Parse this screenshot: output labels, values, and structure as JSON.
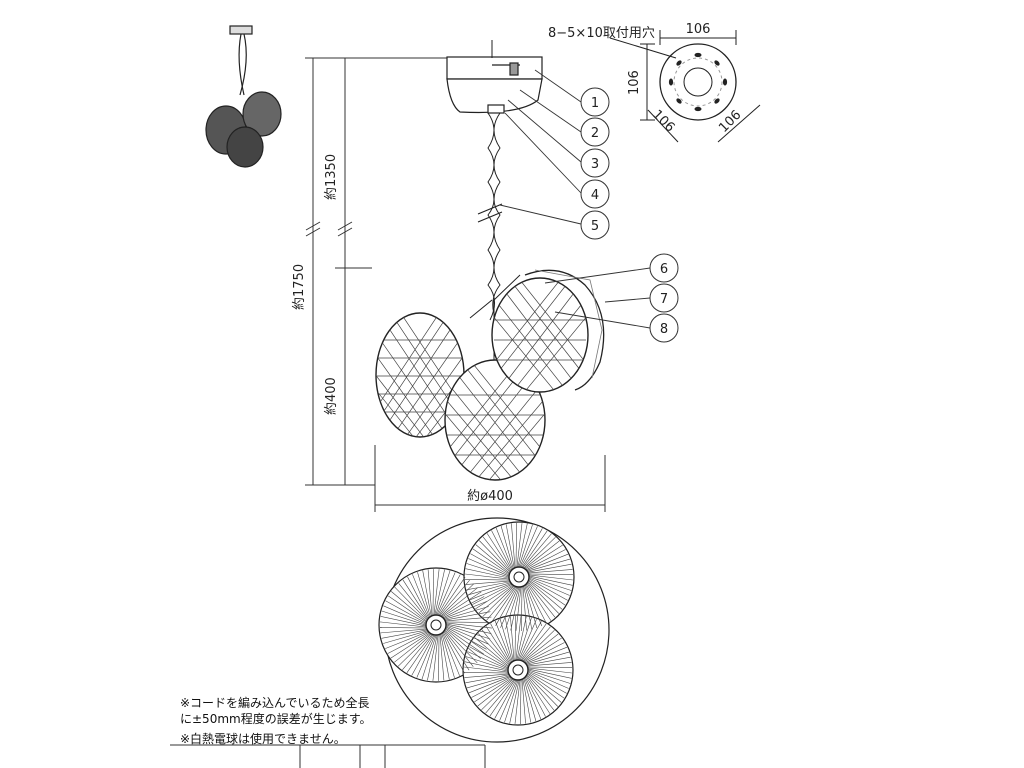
{
  "dimensions": {
    "overall_height": "約1750",
    "cord_length": "約1350",
    "shade_height": "約400",
    "spread_width": "約ø400",
    "canopy_width": "106",
    "canopy_height": "106",
    "canopy_diag_left": "106",
    "canopy_diag_right": "106",
    "mounting_holes": "8−5×10取付用穴"
  },
  "callouts": [
    "1",
    "2",
    "3",
    "4",
    "5",
    "6",
    "7",
    "8"
  ],
  "notes": [
    "※コードを編み込んでいるため全長",
    "に±50mm程度の誤差が生じます。",
    "※白熱電球は使用できません。"
  ]
}
